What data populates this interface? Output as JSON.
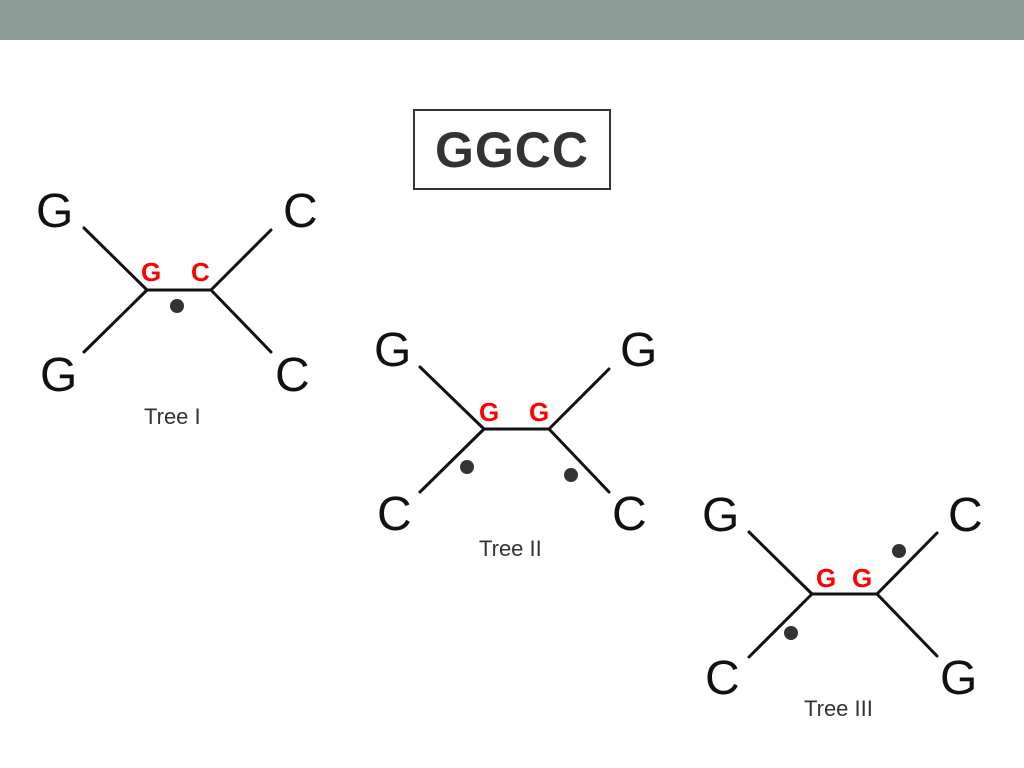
{
  "colors": {
    "top_bar": "#8e9c97",
    "internal_label": "#ff0000",
    "text": "#111111"
  },
  "title": "GGCC",
  "trees": [
    {
      "caption": "Tree I",
      "leaves": {
        "top_left": "G",
        "top_right": "C",
        "bottom_left": "G",
        "bottom_right": "C"
      },
      "internal": {
        "left": "G",
        "right": "C"
      },
      "change_marks": 1
    },
    {
      "caption": "Tree II",
      "leaves": {
        "top_left": "G",
        "top_right": "G",
        "bottom_left": "C",
        "bottom_right": "C"
      },
      "internal": {
        "left": "G",
        "right": "G"
      },
      "change_marks": 2
    },
    {
      "caption": "Tree III",
      "leaves": {
        "top_left": "G",
        "top_right": "C",
        "bottom_left": "C",
        "bottom_right": "G"
      },
      "internal": {
        "left": "G",
        "right": "G"
      },
      "change_marks": 2
    }
  ]
}
